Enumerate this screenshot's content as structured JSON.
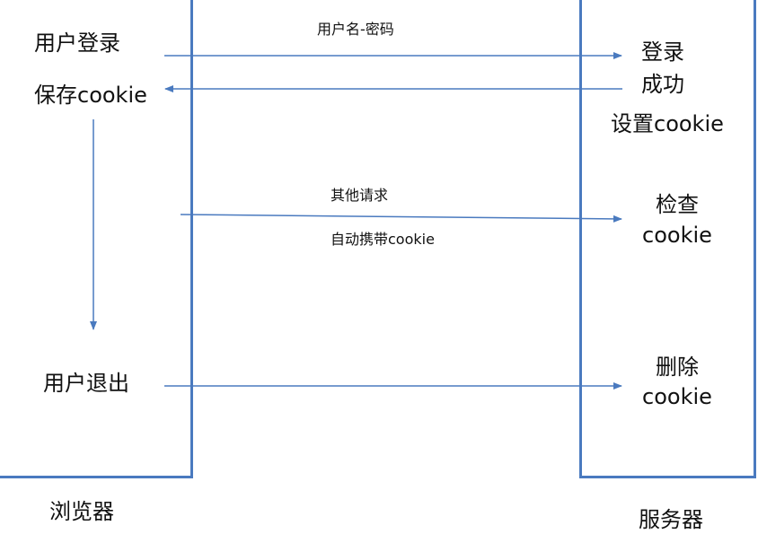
{
  "browser": {
    "title": "浏览器",
    "steps": {
      "login": "用户登录",
      "save_cookie": "保存cookie",
      "logout": "用户退出"
    }
  },
  "server": {
    "title": "服务器",
    "steps": {
      "login_success_line1": "登录",
      "login_success_line2": "成功",
      "set_cookie": "设置cookie",
      "check_line1": "检查",
      "check_line2": "cookie",
      "delete_line1": "删除",
      "delete_line2": "cookie"
    }
  },
  "messages": {
    "credentials": "用户名-密码",
    "other_requests": "其他请求",
    "auto_carry_cookie": "自动携带cookie"
  },
  "colors": {
    "box_border": "#4a7abf",
    "arrow": "#4a7abf",
    "text": "#111111"
  }
}
